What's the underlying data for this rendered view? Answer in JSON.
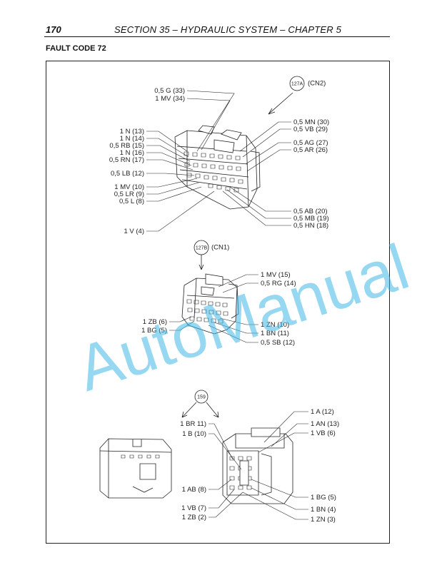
{
  "header": {
    "page_number": "170",
    "section_title": "SECTION 35 – HYDRAULIC SYSTEM – CHAPTER 5"
  },
  "fault_code": "FAULT CODE 72",
  "watermark": "AutoManual",
  "connectors": {
    "cn2": {
      "tag": "127A",
      "name": "(CN2)",
      "left_labels": [
        "0,5 G (33)",
        "1 MV (34)",
        "1 N (13)",
        "1 N (14)",
        "0,5 RB (15)",
        "1 N (16)",
        "0,5 RN (17)",
        "0,5 LB (12)",
        "1 MV (10)",
        "0,5 LR (9)",
        "0,5 L (8)",
        "1 V (4)"
      ],
      "right_labels": [
        "0,5 MN (30)",
        "0,5 VB (29)",
        "0,5 AG (27)",
        "0,5 AR (26)",
        "0,5 AB (20)",
        "0,5 MB (19)",
        "0,5 HN (18)"
      ]
    },
    "cn1": {
      "tag": "127B",
      "name": "(CN1)",
      "right_labels": [
        "1 MV (15)",
        "0,5 RG (14)",
        "1 ZN (10)",
        "1 BN (11)",
        "0,5 SB (12)"
      ],
      "left_labels": [
        "1 ZB (6)",
        "1 BG (5)"
      ]
    },
    "c159": {
      "tag": "159",
      "left_labels": [
        "1 BR 11)",
        "1 B (10)",
        "1 AB (8)",
        "1 VB (7)",
        "1 ZB (2)"
      ],
      "right_labels": [
        "1 A (12)",
        "1 AN (13)",
        "1 VB (6)",
        "1 BG (5)",
        "1 BN (4)",
        "1 ZN (3)"
      ]
    }
  }
}
